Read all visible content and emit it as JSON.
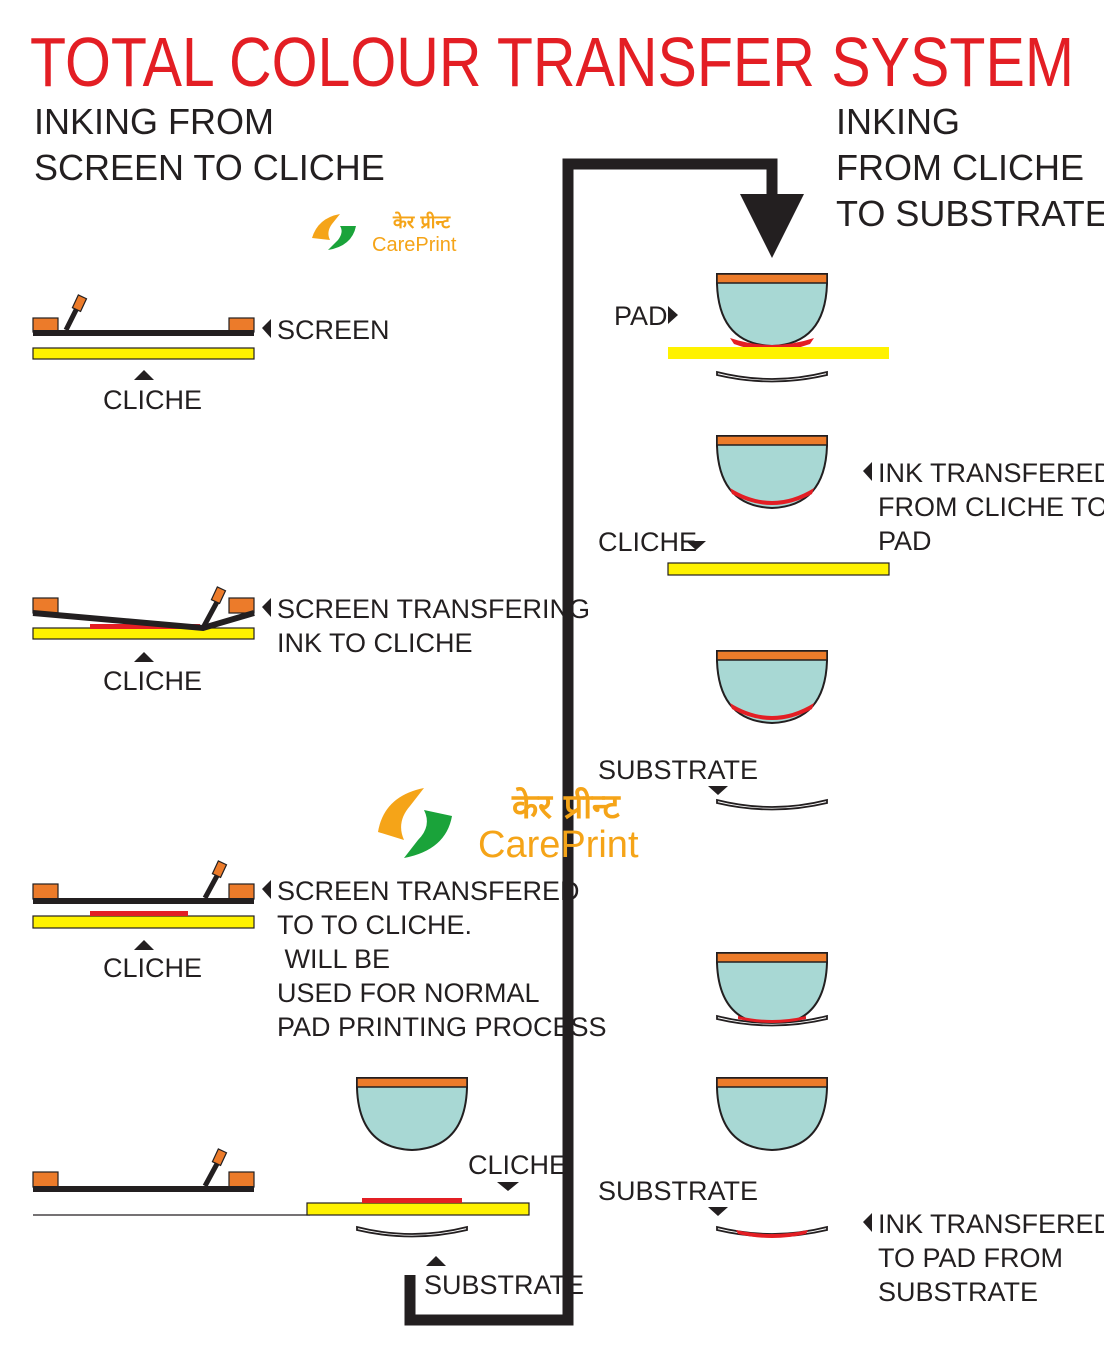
{
  "title": "TOTAL COLOUR TRANSFER SYSTEM",
  "left_heading": [
    "INKING FROM",
    "SCREEN TO CLICHE"
  ],
  "right_heading": [
    "INKING",
    "FROM CLICHE",
    "TO SUBSTRATE"
  ],
  "logo": {
    "hindi": "केर प्रीन्ट",
    "english": "CarePrint"
  },
  "labels": {
    "screen": "SCREEN",
    "cliche": "CLICHE",
    "screen_transfering": [
      "SCREEN TRANSFERING",
      "INK TO CLICHE"
    ],
    "screen_transfered": [
      "SCREEN TRANSFERED",
      "TO TO CLICHE.",
      " WILL BE",
      "USED FOR NORMAL",
      "PAD PRINTING PROCESS"
    ],
    "substrate": "SUBSTRATE",
    "pad": "PAD",
    "ink_cliche_to_pad": [
      "INK TRANSFERED",
      "FROM CLICHE TO",
      "PAD"
    ],
    "ink_pad_to_substrate": [
      "INK TRANSFERED",
      "TO PAD FROM",
      "SUBSTRATE"
    ]
  },
  "colors": {
    "title": "#e31e24",
    "screen_frame": "#ec7b2a",
    "cliche": "#fff200",
    "ink": "#e31e24",
    "pad": "#a8d8d4",
    "line": "#231f20",
    "logo_orange": "#f5a418",
    "logo_green": "#1aa33a"
  }
}
